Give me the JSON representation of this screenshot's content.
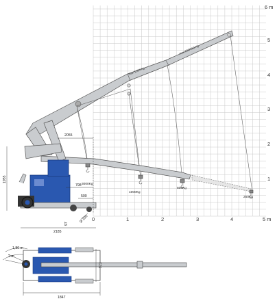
{
  "axes": {
    "x_labels": [
      "0",
      "1",
      "2",
      "3",
      "4",
      "5 m"
    ],
    "y_labels": [
      "1",
      "2",
      "3",
      "4",
      "5",
      "6 m"
    ]
  },
  "loads": {
    "l3000": "3000Kg",
    "l1000": "1000Kg",
    "l500": "500Kg",
    "l250": "250Kg",
    "boom_upper_1": "max 1000 Kg",
    "boom_upper_2": "max 500/250 Kg"
  },
  "dimensions": {
    "d2055": "2055",
    "d1955": "1955",
    "d798": "798",
    "d500": "500",
    "d97": "97",
    "d2185": "2185",
    "wheel": "Ø 200",
    "r180": "1,80 m",
    "r2": "2 m",
    "d921": "921",
    "d1847": "1847"
  },
  "colors": {
    "machine_blue": "#2a58b0",
    "boom_grey": "#c9cccf",
    "grid_line": "#c8c8c8"
  }
}
